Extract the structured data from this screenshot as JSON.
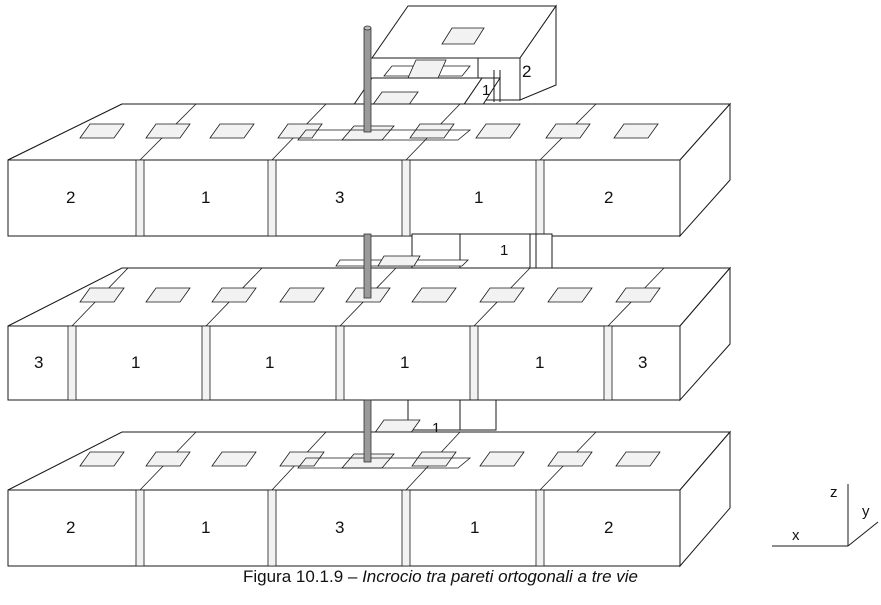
{
  "caption": {
    "number": "Figura 10.1.9",
    "separator": " – ",
    "title": "Incrocio tra pareti ortogonali a tre vie"
  },
  "courses": [
    {
      "labels": [
        "2",
        "1",
        "3",
        "1",
        "2"
      ],
      "back_label": "2",
      "ortho_label": "1"
    },
    {
      "labels": [
        "3",
        "1",
        "1",
        "1",
        "1",
        "3"
      ],
      "ortho_label": "1"
    },
    {
      "labels": [
        "2",
        "1",
        "3",
        "1",
        "2"
      ],
      "ortho_label": "1"
    }
  ],
  "axes": {
    "x": "x",
    "y": "y",
    "z": "z"
  },
  "colors": {
    "line": "#1a1a1a",
    "fill": "#ffffff",
    "rebar": "#8a8a8a",
    "grout": "#f2f2f2"
  }
}
